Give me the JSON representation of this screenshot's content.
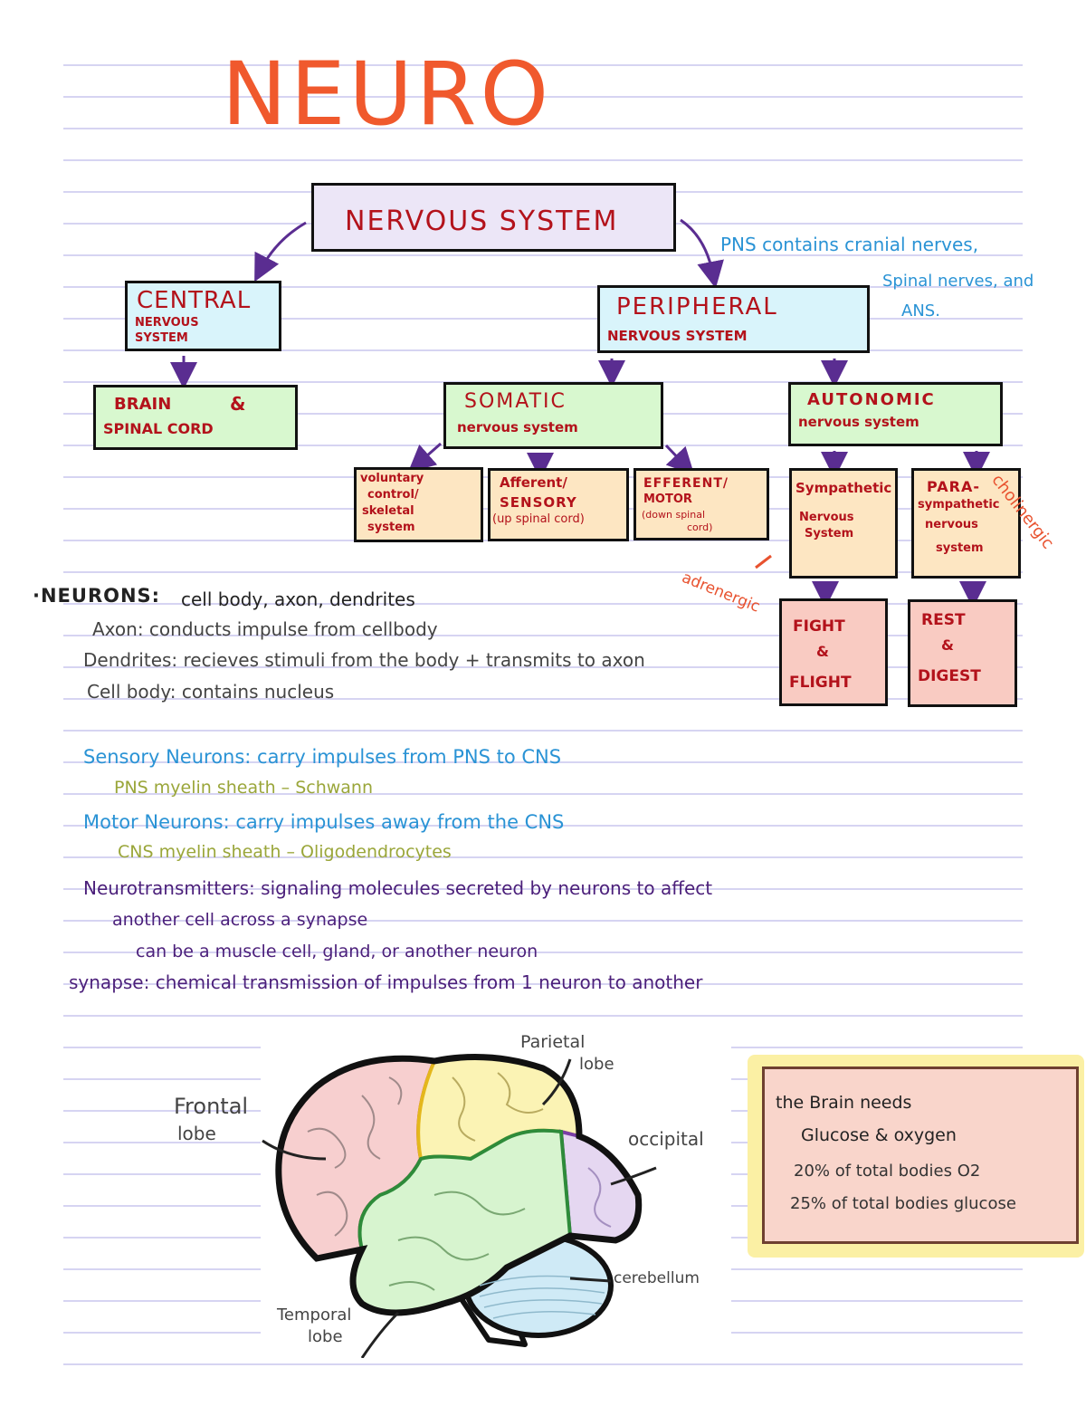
{
  "title": "NEURO",
  "colors": {
    "title": "#f0592d",
    "box_red_text": "#b3121b",
    "arrow": "#5a2d91",
    "lavender_box": "#ece6f7",
    "cyan_box": "#d9f4fb",
    "green_box": "#d8f8cf",
    "peach_box": "#fde6c2",
    "salmon_box": "#f9cbc2",
    "rule_line": "#c9c6ee"
  },
  "tree": {
    "root": "NERVOUS SYSTEM",
    "pns_note_1": "PNS contains cranial nerves,",
    "pns_note_2": "Spinal nerves, and",
    "pns_note_3": "ANS.",
    "central_1": "CENTRAL",
    "central_2": "NERVOUS",
    "central_3": "SYSTEM",
    "peripheral_1": "PERIPHERAL",
    "peripheral_2": "NERVOUS SYSTEM",
    "brain_1": "BRAIN",
    "brain_amp": "&",
    "brain_2": "SPINAL CORD",
    "somatic_1": "SOMATIC",
    "somatic_2": "nervous system",
    "autonomic_1": "AUTONOMIC",
    "autonomic_2": "nervous system",
    "voluntary_1": "voluntary",
    "voluntary_2": "control/",
    "voluntary_3": "skeletal",
    "voluntary_4": "system",
    "afferent_1": "Afferent/",
    "afferent_2": "SENSORY",
    "afferent_3": "(up spinal cord)",
    "efferent_1": "EFFERENT/",
    "efferent_2": "MOTOR",
    "efferent_3": "(down spinal",
    "efferent_4": "cord)",
    "sympathetic_1": "Sympathetic",
    "sympathetic_2": "Nervous",
    "sympathetic_3": "System",
    "para_1": "PARA-",
    "para_2": "sympathetic",
    "para_3": "nervous",
    "para_4": "system",
    "cholinergic": "cholinergic",
    "adrenergic": "adrenergic",
    "fight_1": "FIGHT",
    "fight_amp": "&",
    "fight_2": "FLIGHT",
    "rest_1": "REST",
    "rest_amp": "&",
    "rest_2": "DIGEST"
  },
  "notes": {
    "neurons_head": "·NEURONS:",
    "neurons_rest": "cell body, axon, dendrites",
    "axon": "Axon: conducts impulse from cellbody",
    "dendrites": "Dendrites: recieves stimuli from the body + transmits to axon",
    "cellbody": "Cell body: contains nucleus",
    "sensory": "Sensory Neurons: carry impulses from PNS to CNS",
    "pns_myelin": "PNS myelin sheath – Schwann",
    "motor": "Motor Neurons: carry impulses away from the CNS",
    "cns_myelin": "CNS myelin sheath – Oligodendrocytes",
    "neurotransmitters": "Neurotransmitters: signaling molecules secreted by neurons to affect",
    "neurotransmitters_2": "another cell across a synapse",
    "neurotransmitters_3": "can be a muscle cell, gland, or another neuron",
    "synapse": "synapse: chemical transmission of impulses from 1 neuron to another"
  },
  "brain_labels": {
    "frontal_1": "Frontal",
    "frontal_2": "lobe",
    "parietal_1": "Parietal",
    "parietal_2": "lobe",
    "occipital": "occipital",
    "temporal_1": "Temporal",
    "temporal_2": "lobe",
    "cerebellum": "cerebellum"
  },
  "brain_box": {
    "line_1": "the Brain needs",
    "line_2": "Glucose & oxygen",
    "line_3": "20% of total bodies O2",
    "line_4": "25% of total bodies glucose"
  }
}
